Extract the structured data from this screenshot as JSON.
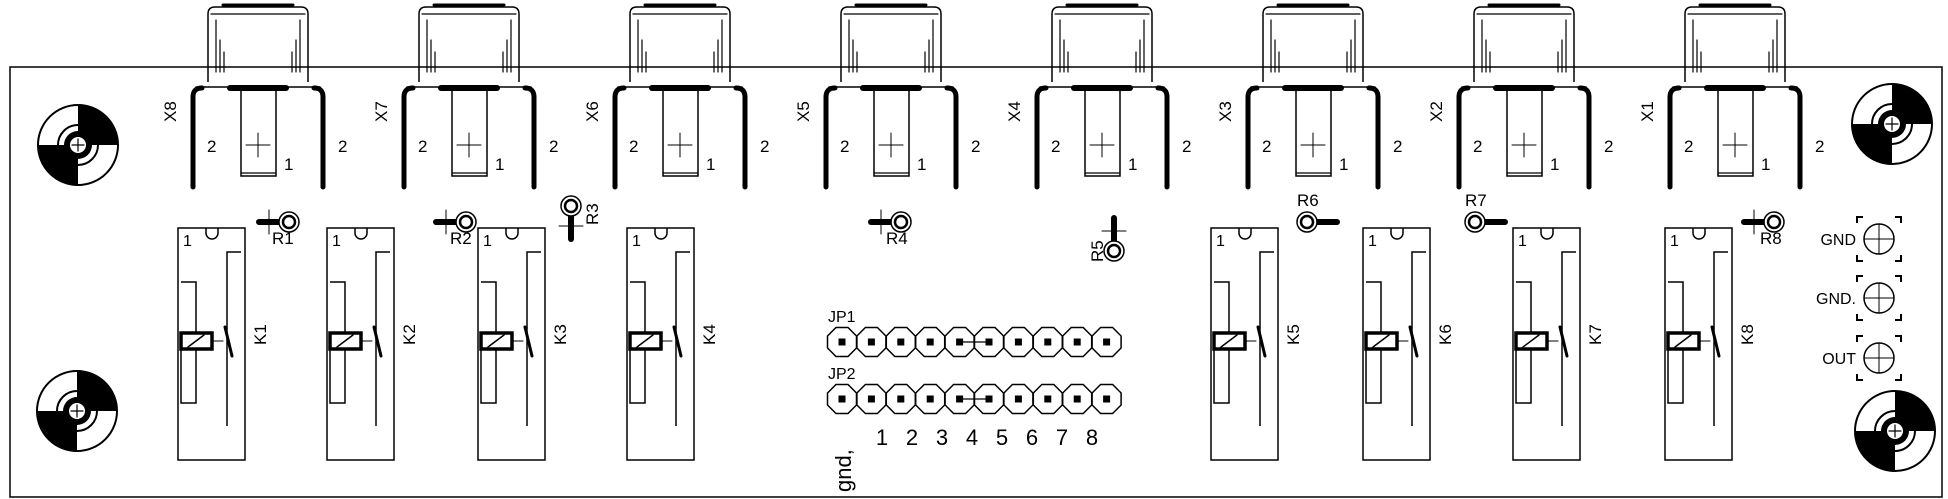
{
  "connectors": [
    {
      "label": "X8",
      "pin_left": "2",
      "pin_center": "1",
      "pin_right": "2"
    },
    {
      "label": "X7",
      "pin_left": "2",
      "pin_center": "1",
      "pin_right": "2"
    },
    {
      "label": "X6",
      "pin_left": "2",
      "pin_center": "1",
      "pin_right": "2"
    },
    {
      "label": "X5",
      "pin_left": "2",
      "pin_center": "1",
      "pin_right": "2"
    },
    {
      "label": "X4",
      "pin_left": "2",
      "pin_center": "1",
      "pin_right": "2"
    },
    {
      "label": "X3",
      "pin_left": "2",
      "pin_center": "1",
      "pin_right": "2"
    },
    {
      "label": "X2",
      "pin_left": "2",
      "pin_center": "1",
      "pin_right": "2"
    },
    {
      "label": "X1",
      "pin_left": "2",
      "pin_center": "1",
      "pin_right": "2"
    }
  ],
  "relays": [
    {
      "label": "K1",
      "pin1": "1"
    },
    {
      "label": "K2",
      "pin1": "1"
    },
    {
      "label": "K3",
      "pin1": "1"
    },
    {
      "label": "K4",
      "pin1": "1"
    },
    {
      "label": "K5",
      "pin1": "1"
    },
    {
      "label": "K6",
      "pin1": "1"
    },
    {
      "label": "K7",
      "pin1": "1"
    },
    {
      "label": "K8",
      "pin1": "1"
    }
  ],
  "resistors": [
    "R1",
    "R2",
    "R3",
    "R4",
    "R5",
    "R6",
    "R7",
    "R8"
  ],
  "headers": [
    {
      "label": "JP1",
      "pins": 10
    },
    {
      "label": "JP2",
      "pins": 10
    }
  ],
  "header_numbers": [
    "1",
    "2",
    "3",
    "4",
    "5",
    "6",
    "7",
    "8"
  ],
  "header_gnd_label": "gnd,",
  "terminals": [
    "GND",
    "GND.",
    "OUT"
  ]
}
